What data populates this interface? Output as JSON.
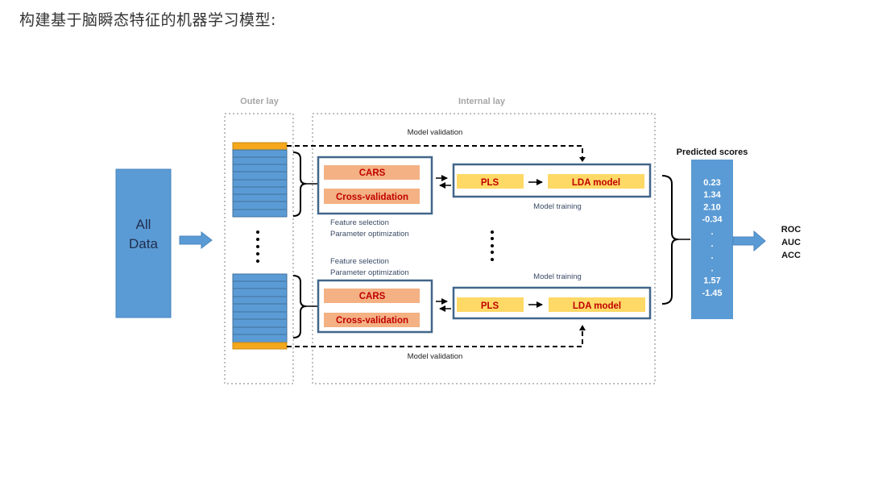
{
  "heading": "构建基于脑瞬态特征的机器学习模型:",
  "diagram": {
    "all_data": {
      "line1": "All",
      "line2": "Data"
    },
    "outer_lay": "Outer lay",
    "internal_lay": "Internal lay",
    "top_branch": {
      "model_validation": "Model validation",
      "cars": "CARS",
      "cross_validation": "Cross-validation",
      "feature_selection": "Feature selection",
      "parameter_optimization": "Parameter optimization",
      "pls": "PLS",
      "lda_model": "LDA model",
      "model_training": "Model training"
    },
    "bottom_branch": {
      "model_validation": "Model validation",
      "cars": "CARS",
      "cross_validation": "Cross-validation",
      "feature_selection": "Feature selection",
      "parameter_optimization": "Parameter optimization",
      "pls": "PLS",
      "lda_model": "LDA model",
      "model_training": "Model training"
    },
    "predicted_scores": {
      "title": "Predicted scores",
      "values": [
        "0.23",
        "1.34",
        "2.10",
        "-0.34",
        ".",
        ".",
        ".",
        ".",
        "1.57",
        "-1.45"
      ]
    },
    "metrics": [
      "ROC",
      "AUC",
      "ACC"
    ],
    "colors": {
      "data_blue": "#5b9bd5",
      "highlight_orange": "#f5a81c",
      "cars_salmon": "#f4b183",
      "pls_yellow": "#ffd966",
      "box_border": "#41668a",
      "text_red": "#c00000",
      "dotted_grey": "#bfbfbf"
    }
  }
}
